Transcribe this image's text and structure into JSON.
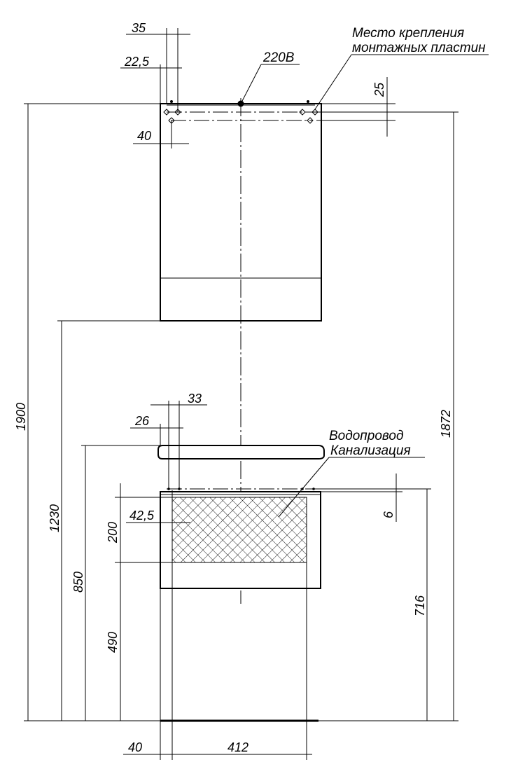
{
  "labels": {
    "mount_line1": "Место крепления",
    "mount_line2": "монтажных пластин",
    "power": "220В",
    "water_line1": "Водопровод",
    "water_line2": "Канализация"
  },
  "dims": {
    "d35": "35",
    "d22_5_top": "22,5",
    "d25": "25",
    "d40_top": "40",
    "d1900": "1900",
    "d1872": "1872",
    "d1230": "1230",
    "d33": "33",
    "d26": "26",
    "d42_5": "42,5",
    "d200": "200",
    "d6": "6",
    "d850": "850",
    "d716": "716",
    "d490": "490",
    "d40_bottom": "40",
    "d412": "412"
  }
}
